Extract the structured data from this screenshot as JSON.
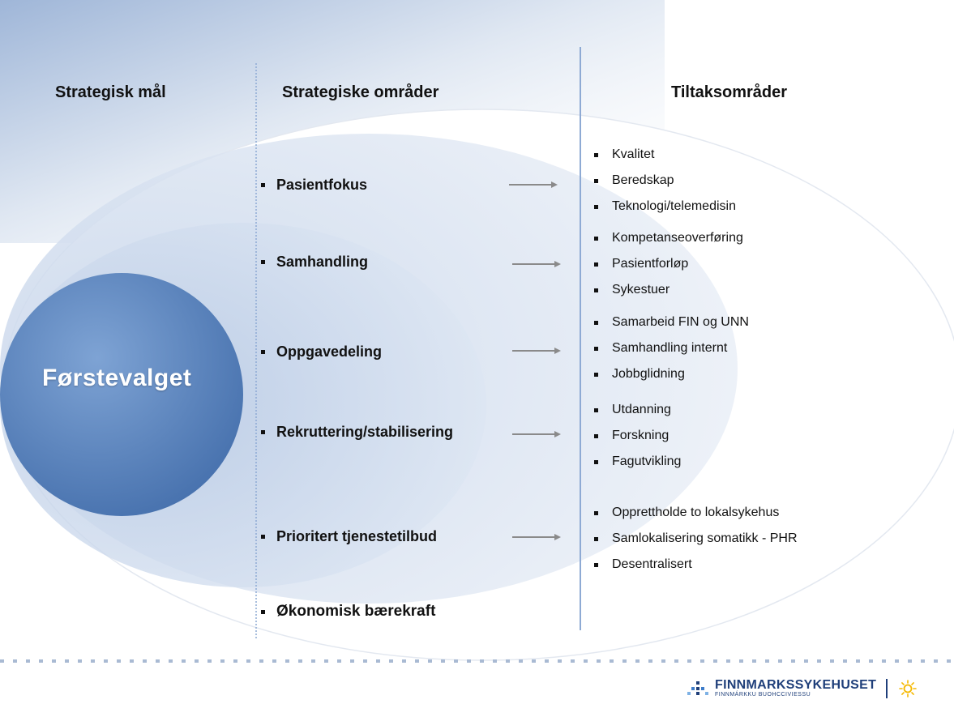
{
  "headers": {
    "goal": "Strategisk mål",
    "areas": "Strategiske områder",
    "measures": "Tiltaksområder"
  },
  "goal": "Førstevalget",
  "areas": [
    "Pasientfokus",
    "Samhandling",
    "Oppgavedeling",
    "Rekruttering/stabilisering",
    "Prioritert tjenestetilbud",
    "Økonomisk bærekraft"
  ],
  "measures": [
    [
      "Kvalitet",
      "Beredskap",
      "Teknologi/telemedisin"
    ],
    [
      "Kompetanseoverføring",
      "Pasientforløp",
      "Sykestuer"
    ],
    [
      "Samarbeid FIN og UNN",
      "Samhandling internt",
      "Jobbglidning"
    ],
    [
      "Utdanning",
      "Forskning",
      "Fagutvikling"
    ],
    [
      "Opprettholde to lokalsykehus",
      "Samlokalisering somatikk - PHR",
      "Desentralisert"
    ]
  ],
  "logo": {
    "name": "FINNMARKSSYKEHUSET",
    "subtitle": "FINNMÁRKKU BUOHCCIVIESSU"
  },
  "colors": {
    "goal_circle": "#4a76b3",
    "ellipse_outer": "#dde6f2",
    "ellipse_mid": "#c9d7ea",
    "divider": "#8eaad4",
    "arrow": "#8a8a8a",
    "logo_blue": "#1f3f7a",
    "logo_sun": "#f5b800"
  }
}
